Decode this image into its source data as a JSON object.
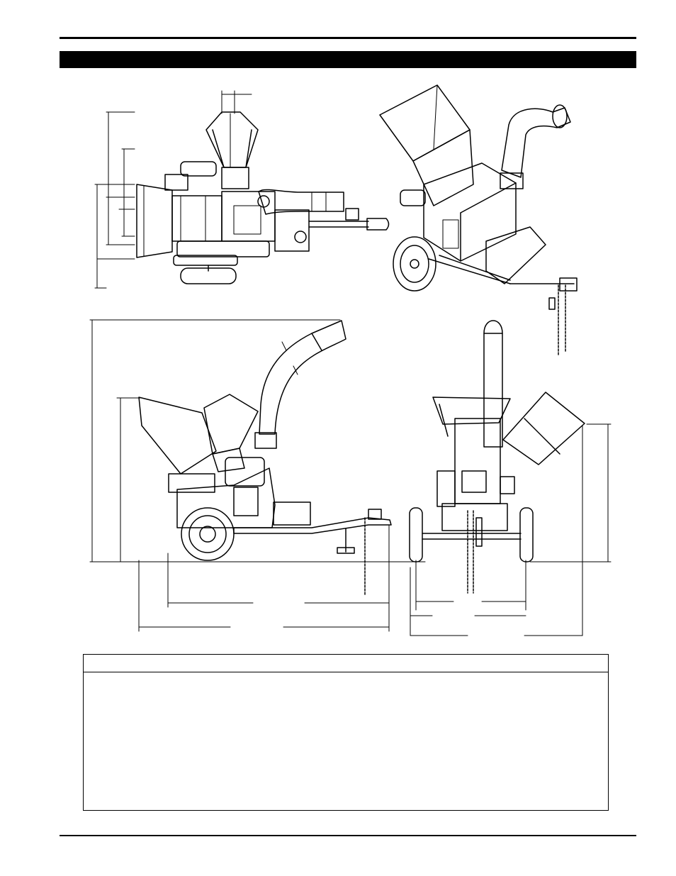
{
  "document": {
    "header_band": "",
    "figure": {
      "views": [
        {
          "view": "top"
        },
        {
          "view": "isometric"
        },
        {
          "view": "side"
        },
        {
          "view": "rear"
        }
      ]
    },
    "spec_table": {
      "heading": "",
      "rows": []
    },
    "footer": ""
  }
}
